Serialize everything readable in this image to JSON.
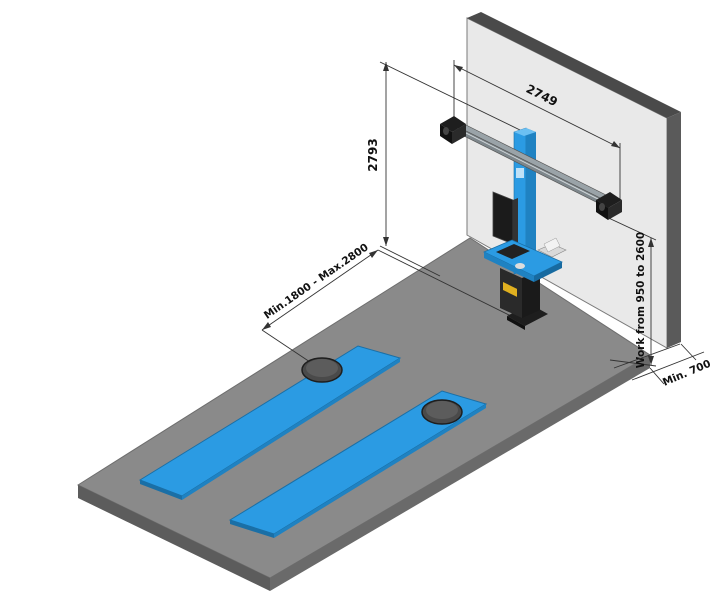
{
  "dimensions": {
    "width_label": "2749",
    "height_label": "2793",
    "distance_label": "Min.1800 - Max.2800",
    "work_range_label": "Work from 950 to 2600",
    "side_clearance_label": "Min. 700"
  },
  "colors": {
    "floor_top": "#8a8a8a",
    "floor_edge": "#5a5a5a",
    "wall_face": "#e9e9e9",
    "wall_edge": "#555555",
    "accent_blue": "#2b9be3",
    "dark": "#1e1e1e"
  }
}
